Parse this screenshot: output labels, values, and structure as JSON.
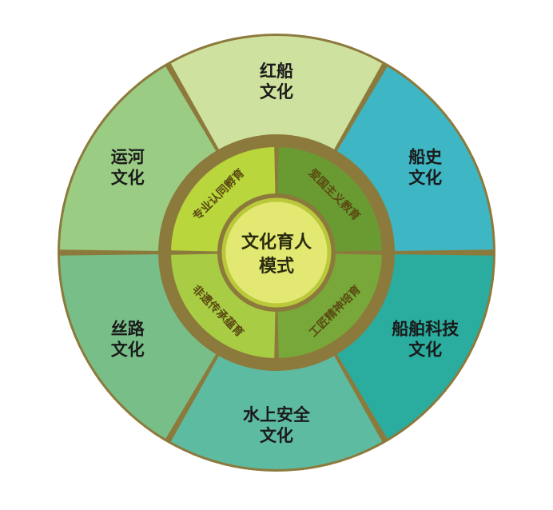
{
  "outer_ring": [
    {
      "lines": [
        "红船",
        "文化"
      ],
      "color": "#cfe19f"
    },
    {
      "lines": [
        "船史",
        "文化"
      ],
      "color": "#3fb6c4"
    },
    {
      "lines": [
        "船舶科技",
        "文化"
      ],
      "color": "#2aad9f"
    },
    {
      "lines": [
        "水上安全",
        "文化"
      ],
      "color": "#5dbba2"
    },
    {
      "lines": [
        "丝路",
        "文化"
      ],
      "color": "#78be88"
    },
    {
      "lines": [
        "运河",
        "文化"
      ],
      "color": "#9bcc84"
    }
  ],
  "inner_ring": [
    {
      "label": "爱国主义教育",
      "color": "#6a9a32"
    },
    {
      "label": "工匠精神培育",
      "color": "#78a83a"
    },
    {
      "label": "非遗传承蕴育",
      "color": "#a9cc45"
    },
    {
      "label": "专业认同孵育",
      "color": "#b9d63c"
    }
  ],
  "center": {
    "lines": [
      "文化育人",
      "模式"
    ],
    "color": "#e2e872"
  },
  "colors": {
    "separator": "#8c7a3c",
    "center_border": "#b9c93a"
  }
}
